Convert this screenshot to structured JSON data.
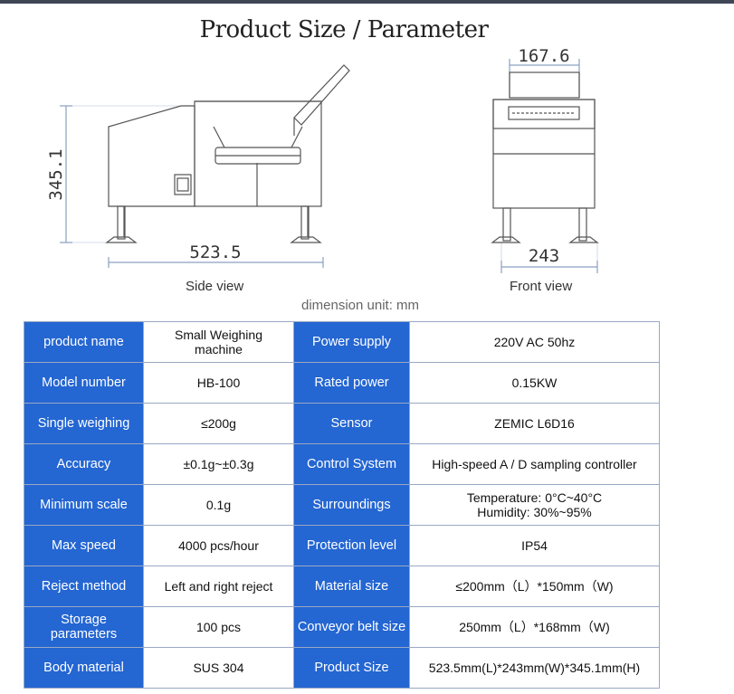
{
  "title": "Product Size / Parameter",
  "diagram": {
    "side": {
      "height_dim": "345.1",
      "length_dim": "523.5",
      "label": "Side view"
    },
    "front": {
      "top_dim": "167.6",
      "width_dim": "243",
      "label": "Front view"
    },
    "unit_note": "dimension unit:  mm"
  },
  "colors": {
    "header_bg": "#2466d2",
    "border": "#9aa8c4",
    "top_rule": "#3f4757"
  },
  "table": {
    "rows": [
      {
        "k1": "product name",
        "v1": "Small Weighing\nmachine",
        "k2": "Power supply",
        "v2": "220V AC  50hz"
      },
      {
        "k1": "Model number",
        "v1": "HB-100",
        "k2": "Rated power",
        "v2": "0.15KW"
      },
      {
        "k1": "Single weighing",
        "v1": "≤200g",
        "k2": "Sensor",
        "v2": "ZEMIC  L6D16"
      },
      {
        "k1": "Accuracy",
        "v1": "±0.1g~±0.3g",
        "k2": "Control System",
        "v2": "High-speed A / D sampling controller"
      },
      {
        "k1": "Minimum scale",
        "v1": "0.1g",
        "k2": "Surroundings",
        "v2": "Temperature:  0°C~40°C\nHumidity:  30%~95%"
      },
      {
        "k1": "Max speed",
        "v1": "4000 pcs/hour",
        "k2": "Protection level",
        "v2": "IP54"
      },
      {
        "k1": "Reject method",
        "v1": "Left and right reject",
        "k2": "Material size",
        "v2": "≤200mm（L）*150mm（W)"
      },
      {
        "k1": "Storage parameters",
        "v1": "100 pcs",
        "k2": "Conveyor belt size",
        "v2": "250mm（L）*168mm（W)"
      },
      {
        "k1": "Body material",
        "v1": "SUS 304",
        "k2": "Product Size",
        "v2": "523.5mm(L)*243mm(W)*345.1mm(H)"
      }
    ]
  }
}
